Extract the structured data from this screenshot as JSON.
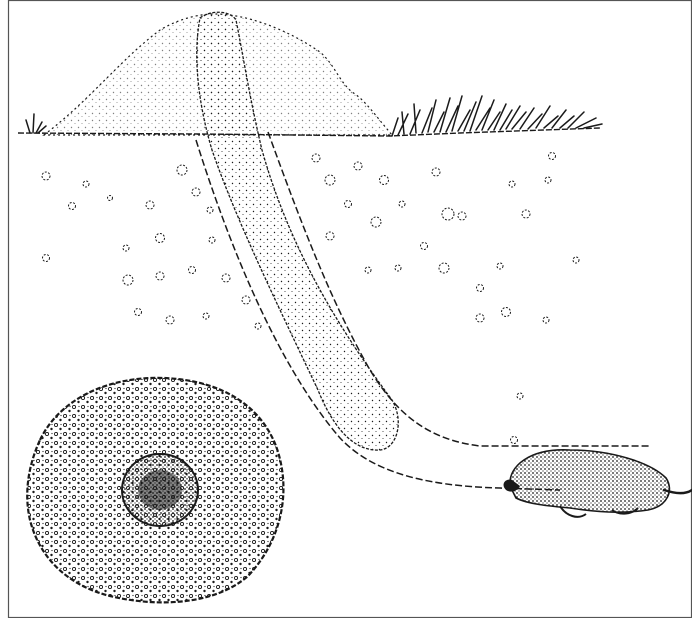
{
  "illustration": {
    "subject": "mole-burrow-cross-section",
    "style": "black-ink-stipple-drawing",
    "colors": {
      "ink": "#1a1a1a",
      "paper": "#ffffff",
      "frame": "#555555"
    },
    "parts": [
      "frame-border",
      "ground-line",
      "molehill-mound",
      "vertical-tunnel-shaft",
      "horizontal-burrow-tunnel",
      "grass-tufts",
      "soil-pebbles",
      "molehill-top-view",
      "mole-animal"
    ]
  }
}
